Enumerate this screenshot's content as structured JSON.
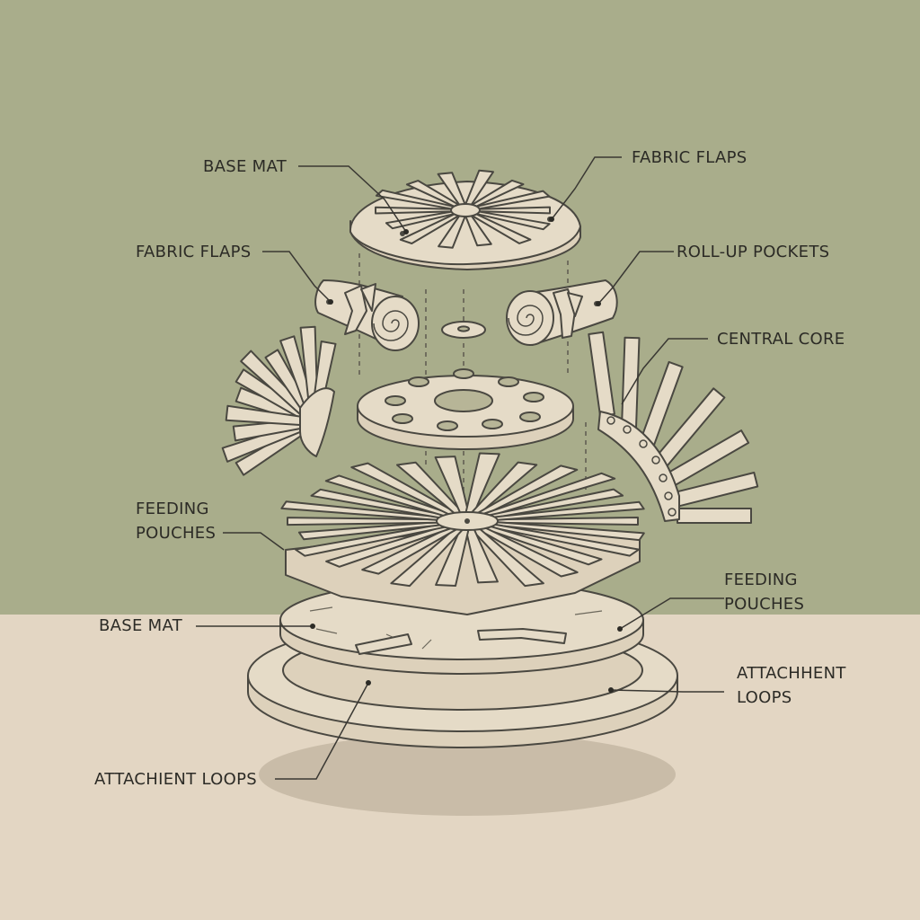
{
  "labels": {
    "base_mat_top": "BASE MAT",
    "fabric_flaps_top": "FABRIC FLAPS",
    "fabric_flaps_left": "FABRIC FLAPS",
    "roll_up_pockets": "ROLL-UP POCKETS",
    "central_core": "CENTRAL CORE",
    "feeding_pouches_left": [
      "FEEDING",
      "POUCHES"
    ],
    "feeding_pouches_right": [
      "FEEDING",
      "POUCHES"
    ],
    "base_mat_bottom": "BASE MAT",
    "attachment_loops_right": [
      "ATTACHHENT",
      "LOOPS"
    ],
    "attachment_loops_bottom": "ATTACHIENT LOOPS"
  },
  "colors": {
    "wall": "#a9ad8b",
    "floor": "#e3d6c3",
    "fabric": "#e5dbc7",
    "ink": "#4a4841",
    "shadow": "#c9bca8"
  }
}
